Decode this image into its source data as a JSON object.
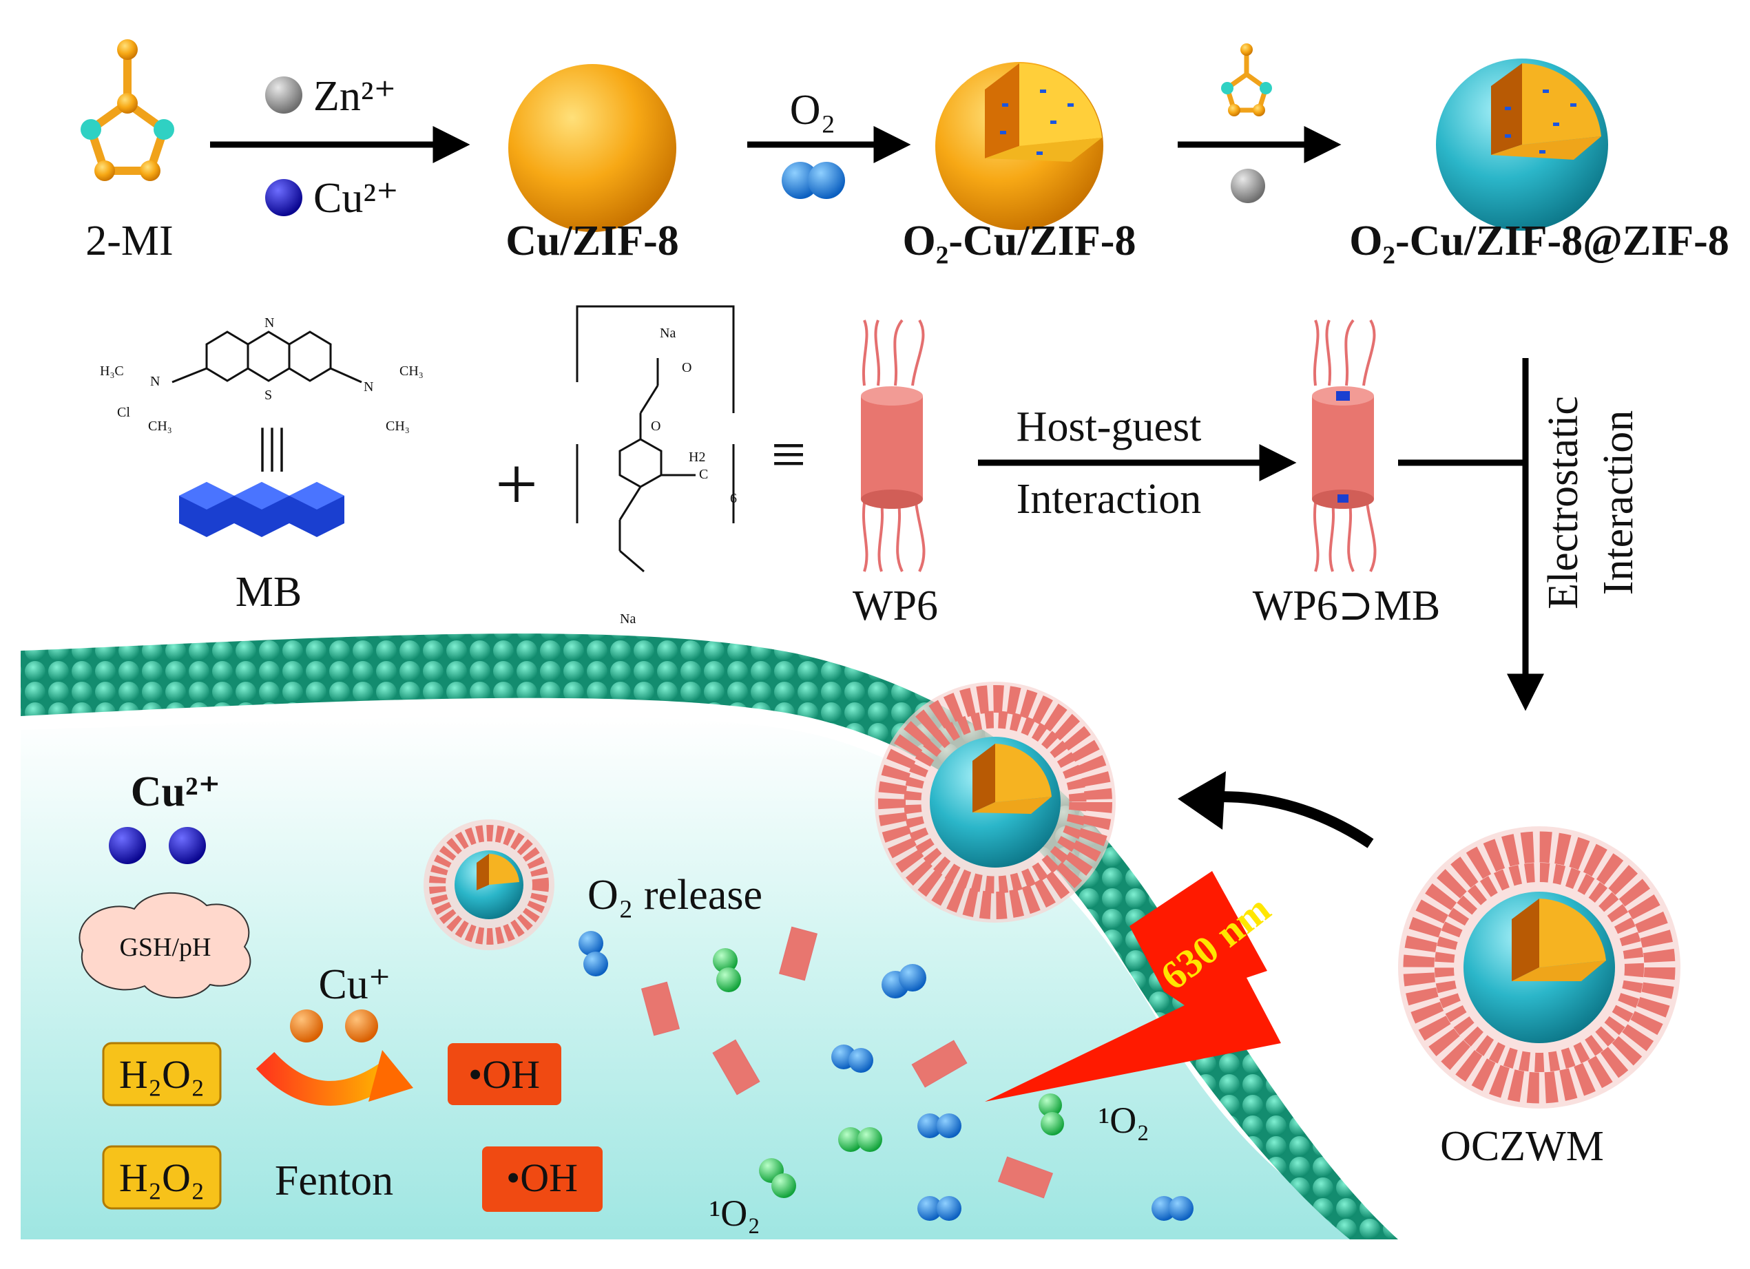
{
  "colors": {
    "zif_orange": "#f2a31a",
    "zif_shell_cyan": "#2bb6c9",
    "zn_gray": "#9a9a9a",
    "cu2_blue": "#1a10c8",
    "o2_blue": "#1e88e5",
    "singlet_green": "#22c55e",
    "membrane_green": "#1fa58a",
    "wp6_pink": "#e46f6f",
    "mb_blue": "#1a3fd0",
    "h2o2_yellow": "#f7c21a",
    "oh_red": "#f04a12",
    "laser_red": "#ff1a00",
    "laser_text": "#ffe600",
    "cytoplasm": "#c6f1ee"
  },
  "row1": {
    "ligand_label": "2-MI",
    "zn_label": "Zn²⁺",
    "cu_label": "Cu²⁺",
    "p1_label": "Cu/ZIF-8",
    "o2_label": "O₂",
    "p2_label": "O₂-Cu/ZIF-8",
    "p3_label": "O₂-Cu/ZIF-8@ZIF-8"
  },
  "row2": {
    "mb_label": "MB",
    "plus": "+",
    "equiv": "≡",
    "triple_bar": "|||",
    "wp6_label": "WP6",
    "hg_line1": "Host-guest",
    "hg_line2": "Interaction",
    "complex_label": "WP6⊃MB",
    "es_line1": "Electrostatic",
    "es_line2": "Interaction",
    "mb_struct": {
      "h3c_left": "H₃C",
      "n_plus": "N",
      "cl": "Cl",
      "ch3_left": "CH₃",
      "n_top": "N",
      "s": "S",
      "n_right": "N",
      "ch3_right_top": "CH₃",
      "ch3_right_bottom": "CH₃"
    },
    "wp6_struct": {
      "na_top": "Na",
      "o_carbonyl": "O",
      "o_ether": "O",
      "h2": "H2",
      "c": "C",
      "subscript": "6",
      "na_bottom": "Na"
    }
  },
  "bottom": {
    "cu2_label": "Cu²⁺",
    "gsh_label": "GSH/pH",
    "cu1_label": "Cu⁺",
    "h2o2_1": "H₂O₂",
    "h2o2_2": "H₂O₂",
    "oh_1": "•OH",
    "oh_2": "•OH",
    "fenton_label": "Fenton",
    "o2_release": "O₂ release",
    "laser_label": "630 nm",
    "singlet_1": "¹O₂",
    "singlet_2": "¹O₂",
    "oczwm_label": "OCZWM"
  }
}
